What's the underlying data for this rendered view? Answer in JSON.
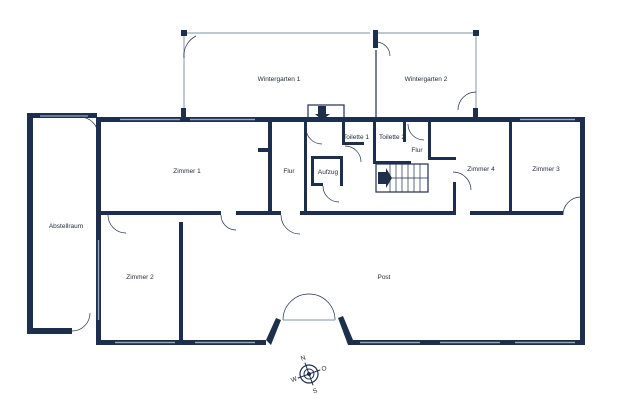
{
  "rooms": {
    "wintergarten1": "Wintergarten 1",
    "wintergarten2": "Wintergarten 2",
    "toilette1": "Toilette 1",
    "toilette2": "Toilette 2",
    "flur_upper": "Flur",
    "zimmer1": "Zimmer 1",
    "flur": "Flur",
    "aufzug": "Aufzug",
    "zimmer4": "Zimmer 4",
    "zimmer3": "Zimmer 3",
    "abstellraum": "Abstellraum",
    "zimmer2": "Zimmer 2",
    "post": "Post"
  },
  "compass": {
    "n": "N",
    "o": "O",
    "s": "S",
    "w": "W"
  },
  "colors": {
    "wall": "#1e2f4d",
    "window": "#9aa7b8",
    "background": "#ffffff"
  }
}
